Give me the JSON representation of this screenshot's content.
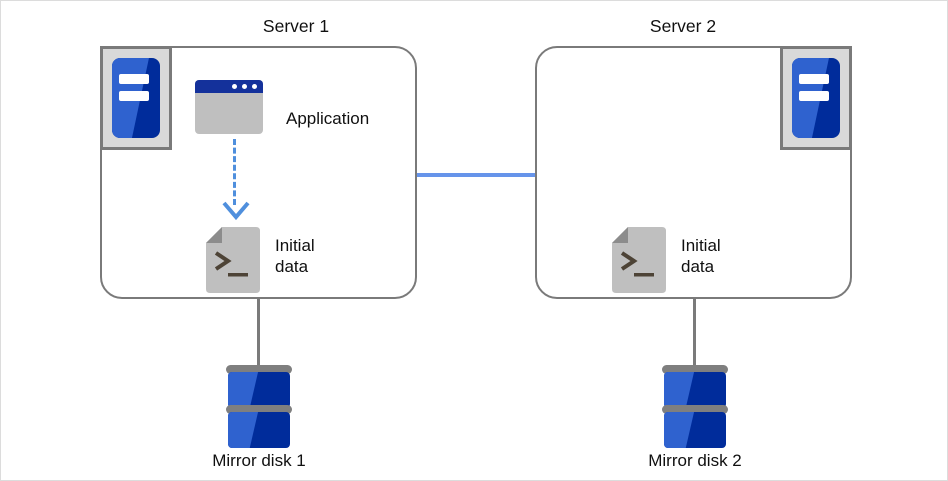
{
  "diagram": {
    "title_server1": "Server 1",
    "title_server2": "Server 2",
    "application_label": "Application",
    "initial_data_label_1": "Initial\ndata",
    "initial_data_label_2": "Initial\ndata",
    "mirror_disk_1_label": "Mirror disk 1",
    "mirror_disk_2_label": "Mirror disk 2",
    "icons": {
      "server_icon": "server-icon",
      "application_window_icon": "application-window-icon",
      "data_file_icon": "terminal-file-icon",
      "disk_icon": "disk-stack-icon",
      "replication_arrow": "dashed-down-arrow-icon",
      "network_link": "network-link-line"
    },
    "colors": {
      "server_blue_dark": "#002c9b",
      "server_blue_light": "#2f62cf",
      "titlebar_navy": "#14319b",
      "window_body_gray": "#bfbfbf",
      "outline_gray": "#7a7a7a",
      "panel_gray": "#d9d9d9",
      "arrow_blue": "#4f8fdd",
      "network_line_blue": "#6694ea",
      "file_gray": "#bfbfbf",
      "file_prompt_dark": "#4d4336",
      "text_black": "#101010",
      "page_border": "#dcdcdc",
      "background": "#ffffff"
    }
  }
}
